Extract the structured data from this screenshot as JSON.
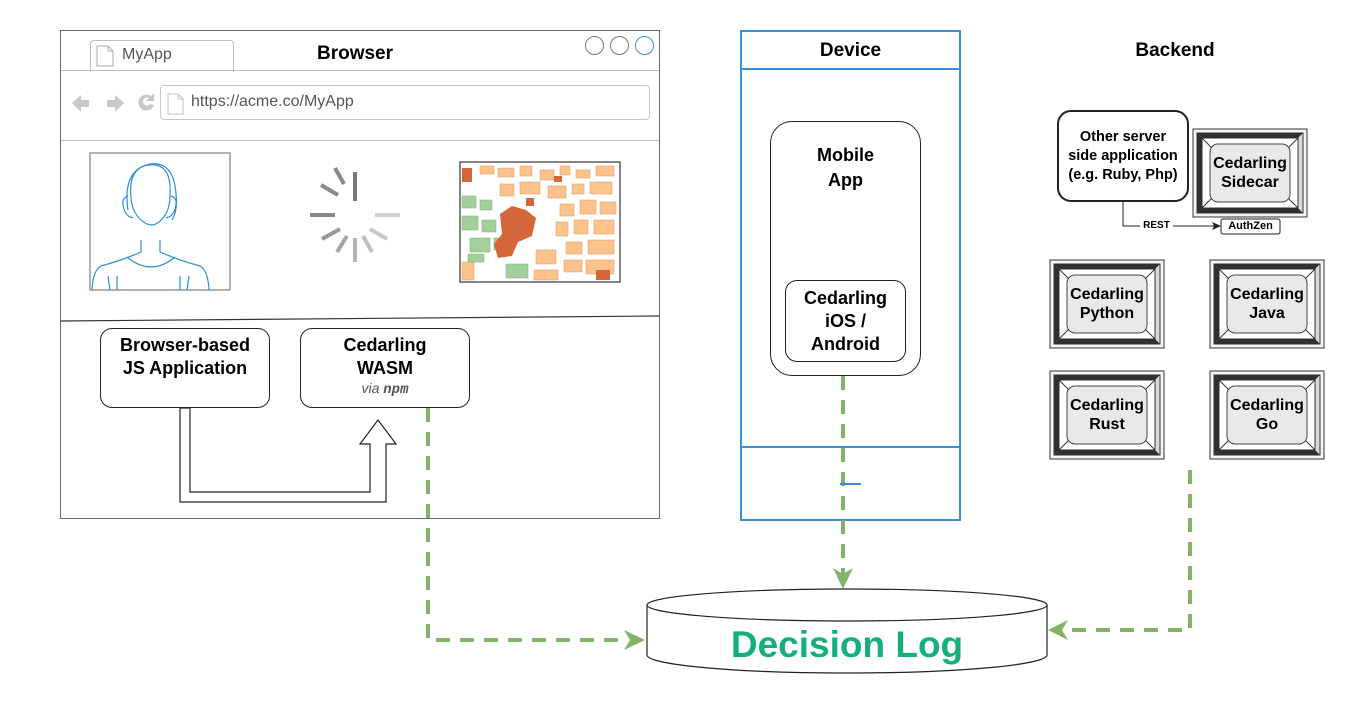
{
  "browser": {
    "title": "Browser",
    "tab_label": "MyApp",
    "url": "https://acme.co/MyApp",
    "nav_icons": [
      "back-arrow-icon",
      "forward-arrow-icon",
      "refresh-icon"
    ],
    "window_buttons": 3,
    "content_icons": [
      "user-avatar-icon",
      "loading-spinner-icon",
      "city-map-image"
    ],
    "js_app": {
      "line1": "Browser-based",
      "line2": "JS Application"
    },
    "wasm": {
      "line1": "Cedarling",
      "line2": "WASM",
      "via": "via",
      "npm": "npm"
    }
  },
  "device": {
    "title": "Device",
    "mobile_app": {
      "line1": "Mobile",
      "line2": "App"
    },
    "cedarling": {
      "line1": "Cedarling",
      "line2": "iOS /",
      "line3": "Android"
    }
  },
  "backend": {
    "title": "Backend",
    "server_app": {
      "line1": "Other server",
      "line2": "side application",
      "line3": "(e.g. Ruby, Php)"
    },
    "rest_label": "REST",
    "authzen_label": "AuthZen",
    "sidecar": {
      "line1": "Cedarling",
      "line2": "Sidecar"
    },
    "sdks": [
      {
        "line1": "Cedarling",
        "line2": "Python"
      },
      {
        "line1": "Cedarling",
        "line2": "Java"
      },
      {
        "line1": "Cedarling",
        "line2": "Rust"
      },
      {
        "line1": "Cedarling",
        "line2": "Go"
      }
    ]
  },
  "decision_log": {
    "label": "Decision Log"
  },
  "colors": {
    "flow": "#82b366",
    "device_border": "#3a8fdc",
    "decision_text": "#14b07a"
  }
}
